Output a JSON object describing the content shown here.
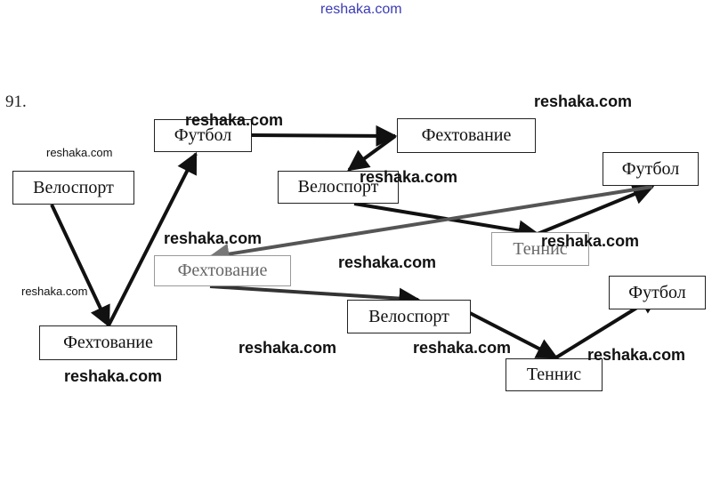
{
  "header": {
    "site": "reshaka.com"
  },
  "problem_number": "91.",
  "nodes": {
    "football_1": "Футбол",
    "fencing_1": "Фехтование",
    "cycling_1": "Велоспорт",
    "cycling_2": "Велоспорт",
    "football_2": "Футбол",
    "fencing_2": "Фехтование",
    "tennis_1": "Теннис",
    "fencing_3": "Фехтование",
    "cycling_3": "Велоспорт",
    "football_3": "Футбол",
    "tennis_2": "Теннис"
  },
  "watermarks": [
    "reshaka.com",
    "reshaka.com",
    "reshaka.com",
    "reshaka.com",
    "reshaka.com",
    "reshaka.com",
    "reshaka.com",
    "reshaka.com",
    "reshaka.com",
    "reshaka.com",
    "reshaka.com",
    "reshaka.com",
    "reshaka.com"
  ],
  "colors": {
    "arrow": "#111111",
    "faded_arrow": "#777777",
    "header": "#3b3bb8"
  }
}
